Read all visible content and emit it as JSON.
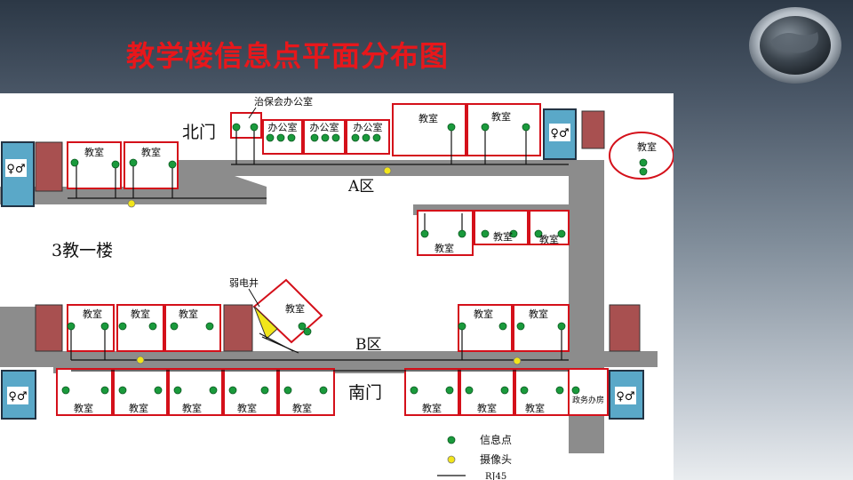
{
  "title": "教学楼信息点平面分布图",
  "plan": {
    "north_gate": "北门",
    "south_gate": "南门",
    "zone_a": "A区",
    "zone_b": "B区",
    "building": "3教一楼",
    "weak_well": "弱电井",
    "security_office": "治保会办公室",
    "classroom": "教室",
    "office": "办公室",
    "affairs_office": "政务办房"
  },
  "legend": {
    "info_point": "信息点",
    "camera": "摄像头",
    "rj45": "RJ45"
  },
  "colors": {
    "title": "#e8171b",
    "room_border": "#d4101a",
    "corridor": "#8c8c8c",
    "info_point": "#1a9a3c",
    "camera": "#f2e51a",
    "toilet": "#5aa8c8"
  }
}
